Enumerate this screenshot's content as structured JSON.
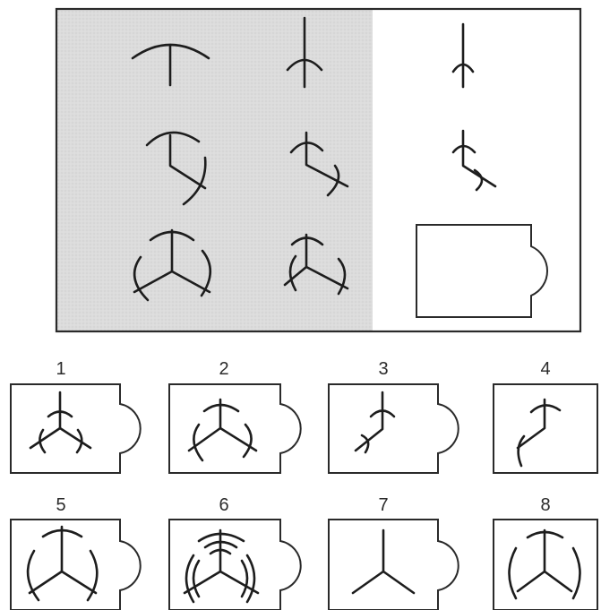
{
  "matrix": {
    "rows": 3,
    "columns": 3,
    "missing_cell": "row-3-column-3",
    "cell_background": "#dcdcdc",
    "panel_background": "#ffffff"
  },
  "options": [
    {
      "number": "1"
    },
    {
      "number": "2"
    },
    {
      "number": "3"
    },
    {
      "number": "4"
    },
    {
      "number": "5"
    },
    {
      "number": "6"
    },
    {
      "number": "7"
    },
    {
      "number": "8"
    }
  ]
}
